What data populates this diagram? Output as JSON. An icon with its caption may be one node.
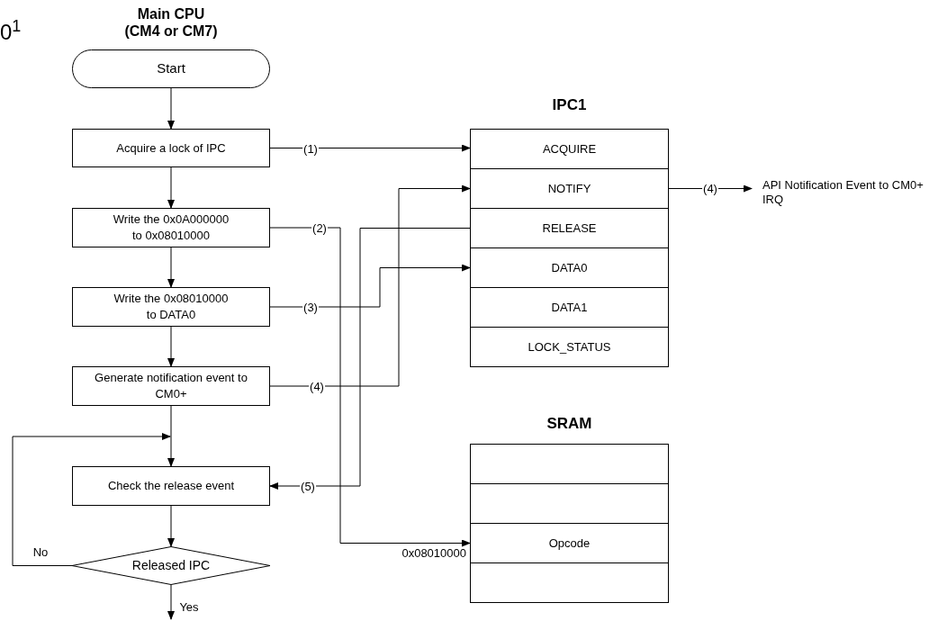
{
  "diagram": {
    "nodes": [
      {
        "text": [
          "Start"
        ],
        "beside": [
          "Main CPU (CM4 or CM7)"
        ]
      },
      {
        "text": [
          "Acquire a lock of IPC"
        ]
      },
      {
        "text": [
          "Write the 0x0A000000 to 0x08010000"
        ]
      },
      {
        "text": [
          "Write the 0x08010000 to DATA0"
        ]
      },
      {
        "text": [
          "Generate notification event to CM0+"
        ]
      },
      {
        "text": [
          "Check the release event"
        ]
      },
      {
        "text": [
          "Released IPC"
        ]
      },
      {
        "text": [
          "IPC1"
        ]
      },
      {
        "text": [
          "ACQUIRE"
        ],
        "in": 7
      },
      {
        "text": [
          "NOTIFY"
        ],
        "in": 7
      },
      {
        "text": [
          "RELEASE"
        ],
        "in": 7
      },
      {
        "text": [
          "DATA0"
        ],
        "in": 7
      },
      {
        "text": [
          "DATA1"
        ],
        "in": 7
      },
      {
        "text": [
          "LOCK_STATUS"
        ],
        "in": 7
      },
      {
        "text": [
          "API Notification Event to CM0+ IRQ"
        ]
      },
      {
        "text": [
          "SRAM"
        ]
      },
      {
        "text": [],
        "shape": "box",
        "in": 15
      },
      {
        "text": [],
        "shape": "box",
        "in": 15
      },
      {
        "text": [
          "Opcode"
        ],
        "in": 15,
        "beside": [
          "0x08010000"
        ]
      },
      {
        "text": [],
        "shape": "box",
        "in": 15
      }
    ],
    "edges": [
      {
        "from": 0,
        "to": 1,
        "arrow": "to"
      },
      {
        "from": 1,
        "to": 2,
        "arrow": "to"
      },
      {
        "from": 2,
        "to": 3,
        "arrow": "to"
      },
      {
        "from": 3,
        "to": 4,
        "arrow": "to"
      },
      {
        "from": 4,
        "to": 5,
        "arrow": "to"
      },
      {
        "from": 5,
        "to": 6,
        "arrow": "to"
      },
      {
        "from": 6,
        "to": 5,
        "arrow": "to",
        "label": "No"
      },
      {
        "from": 6,
        "to": null,
        "arrow": "to",
        "label": "Yes"
      },
      {
        "from": 1,
        "to": 8,
        "arrow": "to",
        "label": "(1)"
      },
      {
        "from": 2,
        "to": 18,
        "arrow": "to",
        "label": "(2)"
      },
      {
        "from": 3,
        "to": 11,
        "arrow": "to",
        "label": "(3)"
      },
      {
        "from": 4,
        "to": 9,
        "arrow": "to",
        "label": "(4)"
      },
      {
        "from": 10,
        "to": 5,
        "arrow": "to",
        "label": "(5)"
      },
      {
        "from": 9,
        "to": 14,
        "arrow": "to",
        "label": "(4)"
      }
    ],
    "labels": [
      "0$^{1}$"
    ]
  }
}
